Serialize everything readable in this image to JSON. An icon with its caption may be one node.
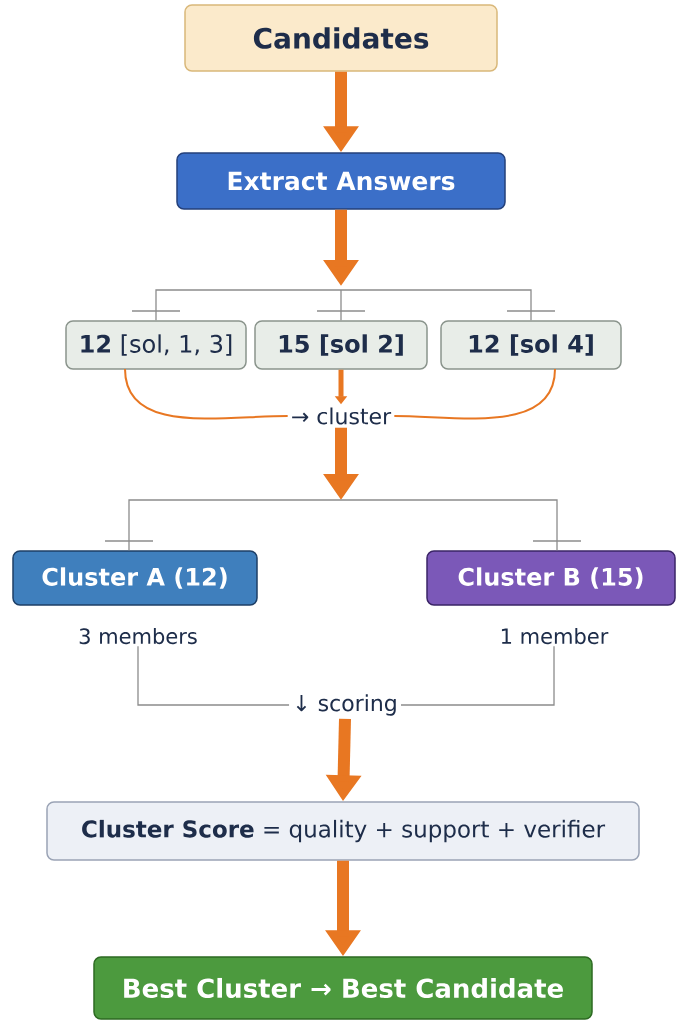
{
  "diagram": {
    "nodes": [
      {
        "text": [
          "Candidates"
        ]
      },
      {
        "text": [
          "Extract Answers"
        ]
      },
      {
        "text": [
          "**12** [sol, 1, 3]"
        ]
      },
      {
        "text": [
          "15  [sol 2]"
        ]
      },
      {
        "text": [
          "12  [sol 4]"
        ]
      },
      {
        "text": [
          "→ cluster"
        ]
      },
      {
        "text": [
          "Cluster A (12)"
        ],
        "beside": [
          "3 members"
        ]
      },
      {
        "text": [
          "Cluster B (15)"
        ],
        "beside": [
          "1 member"
        ]
      },
      {
        "text": [
          "↓ scoring"
        ]
      },
      {
        "text": [
          "**Cluster Score** = quality + support + verifier"
        ]
      },
      {
        "text": [
          "Best Cluster → Best Candidate"
        ]
      }
    ],
    "edges": [
      {
        "from": 0,
        "to": 1,
        "arrow": "to",
        "style": "thick"
      },
      {
        "from": 1,
        "to": null,
        "arrow": "to",
        "style": "thick"
      },
      {
        "from": null,
        "to": 2,
        "arrow": "none",
        "color": "#8c8c8c"
      },
      {
        "from": null,
        "to": 3,
        "arrow": "none",
        "color": "#8c8c8c"
      },
      {
        "from": null,
        "to": 4,
        "arrow": "none",
        "color": "#8c8c8c"
      },
      {
        "from": 2,
        "to": 5,
        "arrow": "none"
      },
      {
        "from": 3,
        "to": 5,
        "arrow": "to",
        "style": "thick"
      },
      {
        "from": 4,
        "to": 5,
        "arrow": "none"
      },
      {
        "from": 5,
        "to": null,
        "arrow": "to",
        "style": "thick"
      },
      {
        "from": null,
        "to": 6,
        "arrow": "none",
        "color": "#8c8c8c"
      },
      {
        "from": null,
        "to": 7,
        "arrow": "none",
        "color": "#8c8c8c"
      },
      {
        "from": 6,
        "to": 8,
        "arrow": "none",
        "color": "#8c8c8c"
      },
      {
        "from": 7,
        "to": 8,
        "arrow": "none",
        "color": "#8c8c8c"
      },
      {
        "from": 8,
        "to": 9,
        "arrow": "to",
        "style": "thick"
      },
      {
        "from": 9,
        "to": 10,
        "arrow": "to",
        "style": "thick"
      }
    ]
  }
}
